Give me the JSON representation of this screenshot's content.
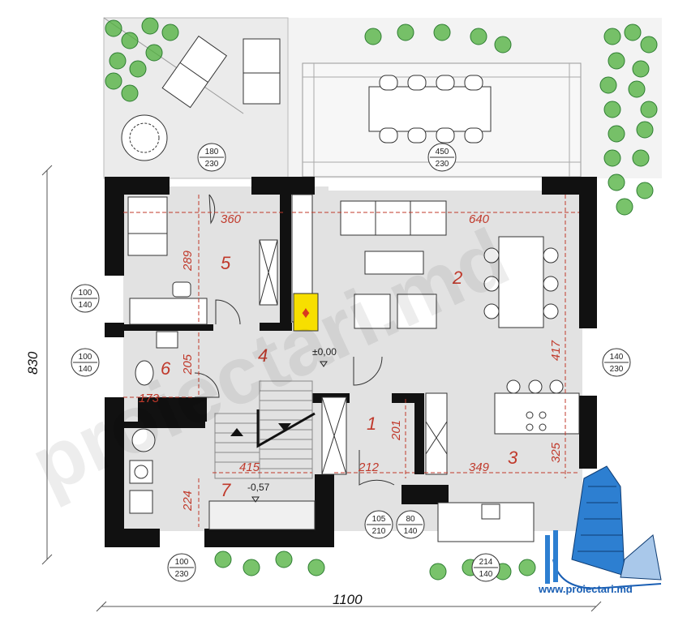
{
  "overall": {
    "width": "1100",
    "height": "830"
  },
  "rooms": [
    "1",
    "2",
    "3",
    "4",
    "5",
    "6",
    "7"
  ],
  "dimensions": [
    "360",
    "640",
    "289",
    "417",
    "205",
    "173",
    "201",
    "212",
    "415",
    "349",
    "325",
    "224"
  ],
  "levels": [
    "±0,00",
    "-0,57"
  ],
  "openings": [
    {
      "top": "180",
      "bottom": "230"
    },
    {
      "top": "450",
      "bottom": "230"
    },
    {
      "top": "100",
      "bottom": "140"
    },
    {
      "top": "100",
      "bottom": "140"
    },
    {
      "top": "140",
      "bottom": "230"
    },
    {
      "top": "105",
      "bottom": "210"
    },
    {
      "top": "80",
      "bottom": "140"
    },
    {
      "top": "100",
      "bottom": "230"
    },
    {
      "top": "214",
      "bottom": "140"
    }
  ],
  "watermark": "proiectari.md",
  "website": "www.proiectari.md",
  "colors": {
    "wall": "#111111",
    "floor": "#e2e2e2",
    "dimension": "#c0392b",
    "brand": "#1a5fb4",
    "plant": "#4caf3a"
  }
}
